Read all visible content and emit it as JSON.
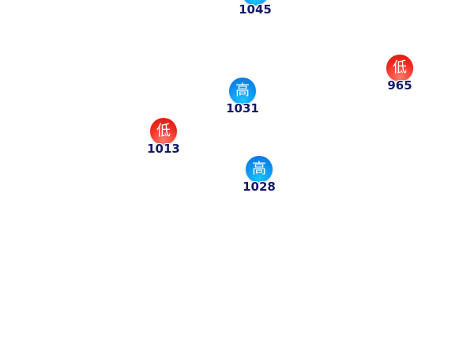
{
  "labels": {
    "high": "高",
    "low": "低"
  },
  "colors": {
    "high": "#0a8ef0",
    "low": "#f02a1e",
    "value_text": "#141a66"
  },
  "markers": [
    {
      "type": "high",
      "value": "1045"
    },
    {
      "type": "low",
      "value": "965"
    },
    {
      "type": "high",
      "value": "1031"
    },
    {
      "type": "low",
      "value": "1013"
    },
    {
      "type": "high",
      "value": "1028"
    }
  ]
}
